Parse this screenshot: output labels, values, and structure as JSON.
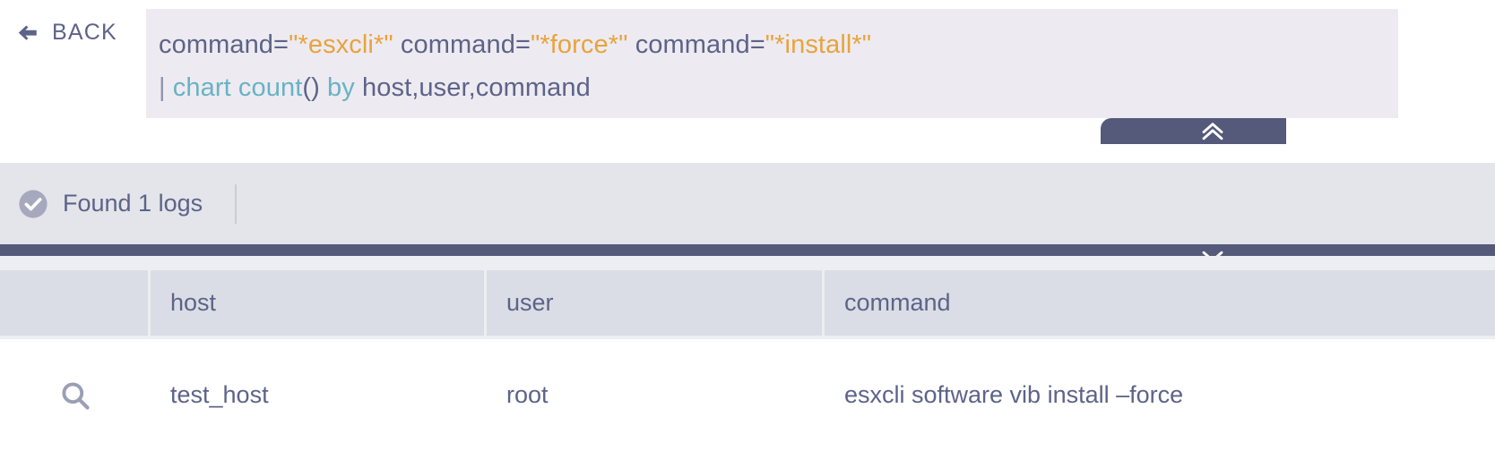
{
  "topbar": {
    "back_label": "BACK",
    "back_icon": "arrow-left-icon",
    "query": {
      "line1": [
        {
          "text": "command=",
          "type": "plain"
        },
        {
          "text": "\"*esxcli*\"",
          "type": "string"
        },
        {
          "text": " command=",
          "type": "plain"
        },
        {
          "text": "\"*force*\"",
          "type": "string"
        },
        {
          "text": " command=",
          "type": "plain"
        },
        {
          "text": "\"*install*\"",
          "type": "string"
        }
      ],
      "line2": [
        {
          "text": "| ",
          "type": "pipe"
        },
        {
          "text": "chart count",
          "type": "func"
        },
        {
          "text": "()",
          "type": "plain"
        },
        {
          "text": " by ",
          "type": "func"
        },
        {
          "text": "host,user,command",
          "type": "plain"
        }
      ]
    }
  },
  "controls": {
    "collapse_icon": "chevron-double-up-icon",
    "expand_icon": "chevron-double-down-icon"
  },
  "status": {
    "icon": "check-circle-icon",
    "text": "Found 1 logs"
  },
  "table": {
    "columns": [
      {
        "key": "icon",
        "label": ""
      },
      {
        "key": "host",
        "label": "host"
      },
      {
        "key": "user",
        "label": "user"
      },
      {
        "key": "command",
        "label": "command"
      }
    ],
    "rows": [
      {
        "row_icon": "magnifier-icon",
        "host": "test_host",
        "user": "root",
        "command": "esxcli software vib install –force"
      }
    ]
  },
  "colors": {
    "accent_dark": "#555a7b",
    "text": "#5d6388",
    "query_bg": "#edebf1",
    "status_bg": "#e3e5ea",
    "header_bg": "#dadde5",
    "string_token": "#e8a33d",
    "func_token": "#69b2c4"
  }
}
